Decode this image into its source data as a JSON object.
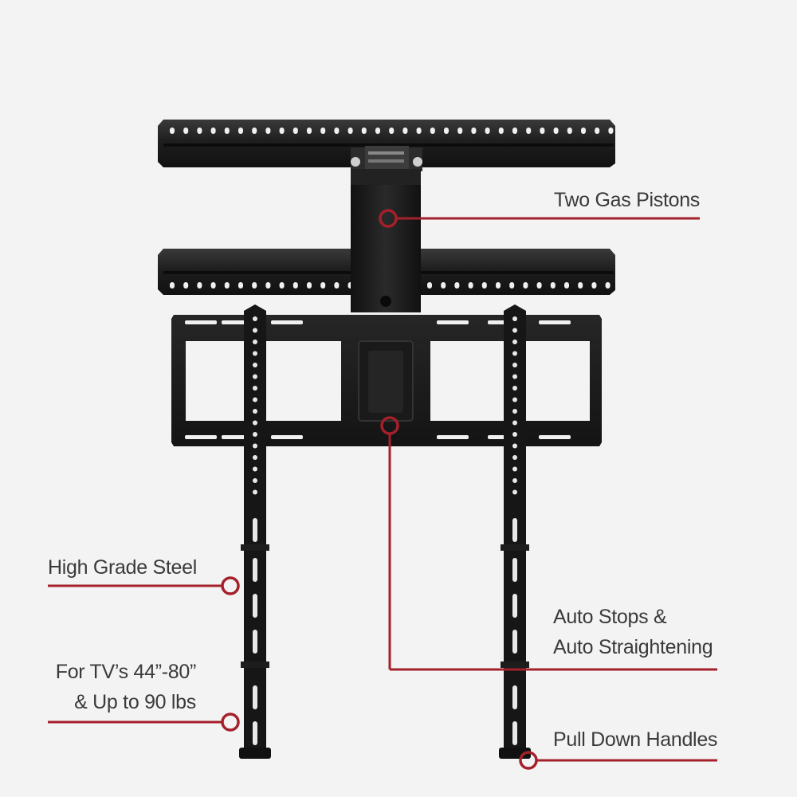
{
  "colors": {
    "background": "#f3f3f3",
    "accent": "#a4202b",
    "metal": "#1c1c1c",
    "text": "#3a3a3a"
  },
  "callouts": {
    "gas_pistons": {
      "lines": [
        "Two Gas Pistons"
      ]
    },
    "steel": {
      "lines": [
        "High Grade Steel"
      ]
    },
    "tv_size": {
      "lines": [
        "For TV’s 44”-80”",
        "& Up to 90 lbs"
      ]
    },
    "auto_stops": {
      "lines": [
        "Auto Stops &",
        "Auto Straightening"
      ]
    },
    "handles": {
      "lines": [
        "Pull Down Handles"
      ]
    }
  }
}
